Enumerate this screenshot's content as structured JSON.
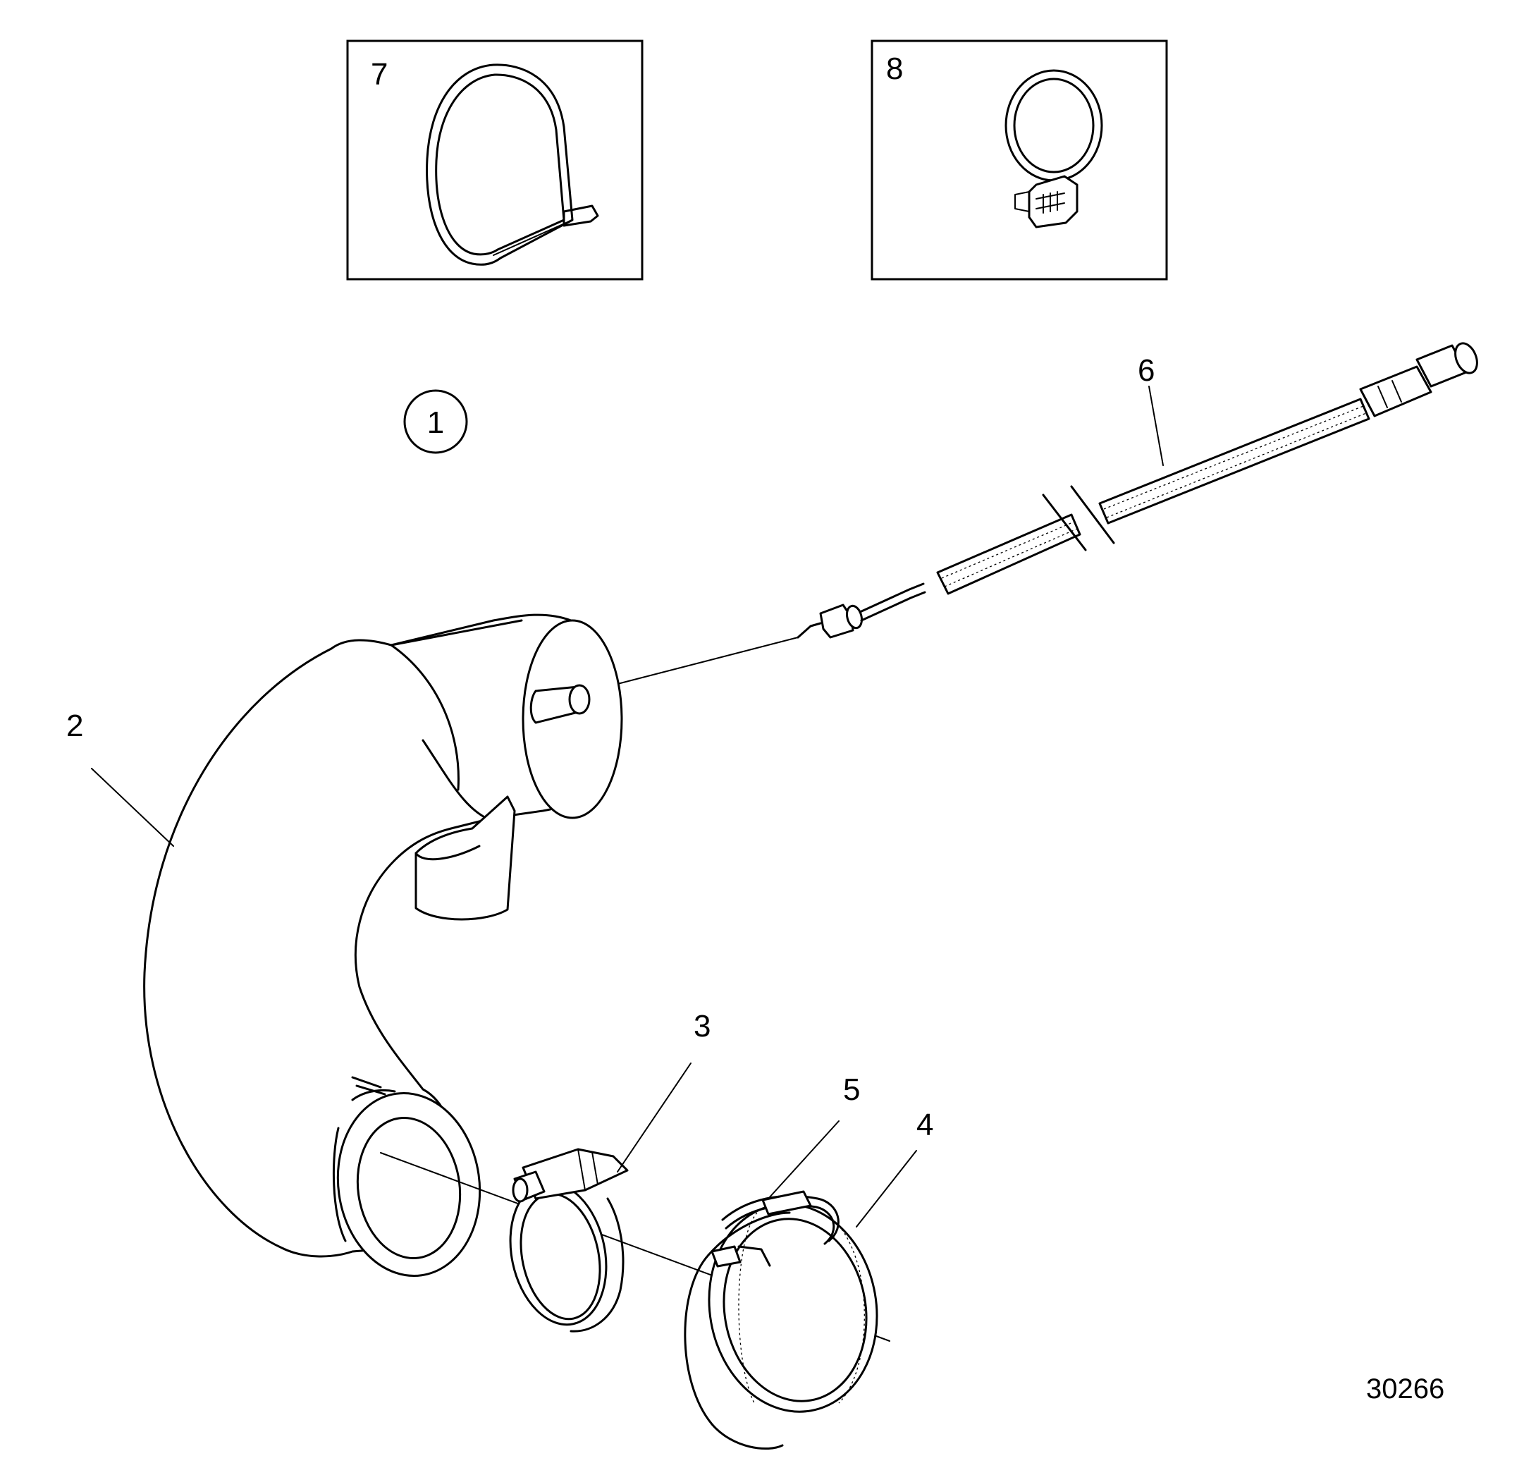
{
  "callouts": {
    "assembly": "1",
    "hose": "2",
    "clamp_3": "3",
    "sleeve_4": "4",
    "clamp_5": "5",
    "sensor_cable": "6",
    "detail_7": "7",
    "detail_8": "8"
  },
  "drawing_number": "30266"
}
